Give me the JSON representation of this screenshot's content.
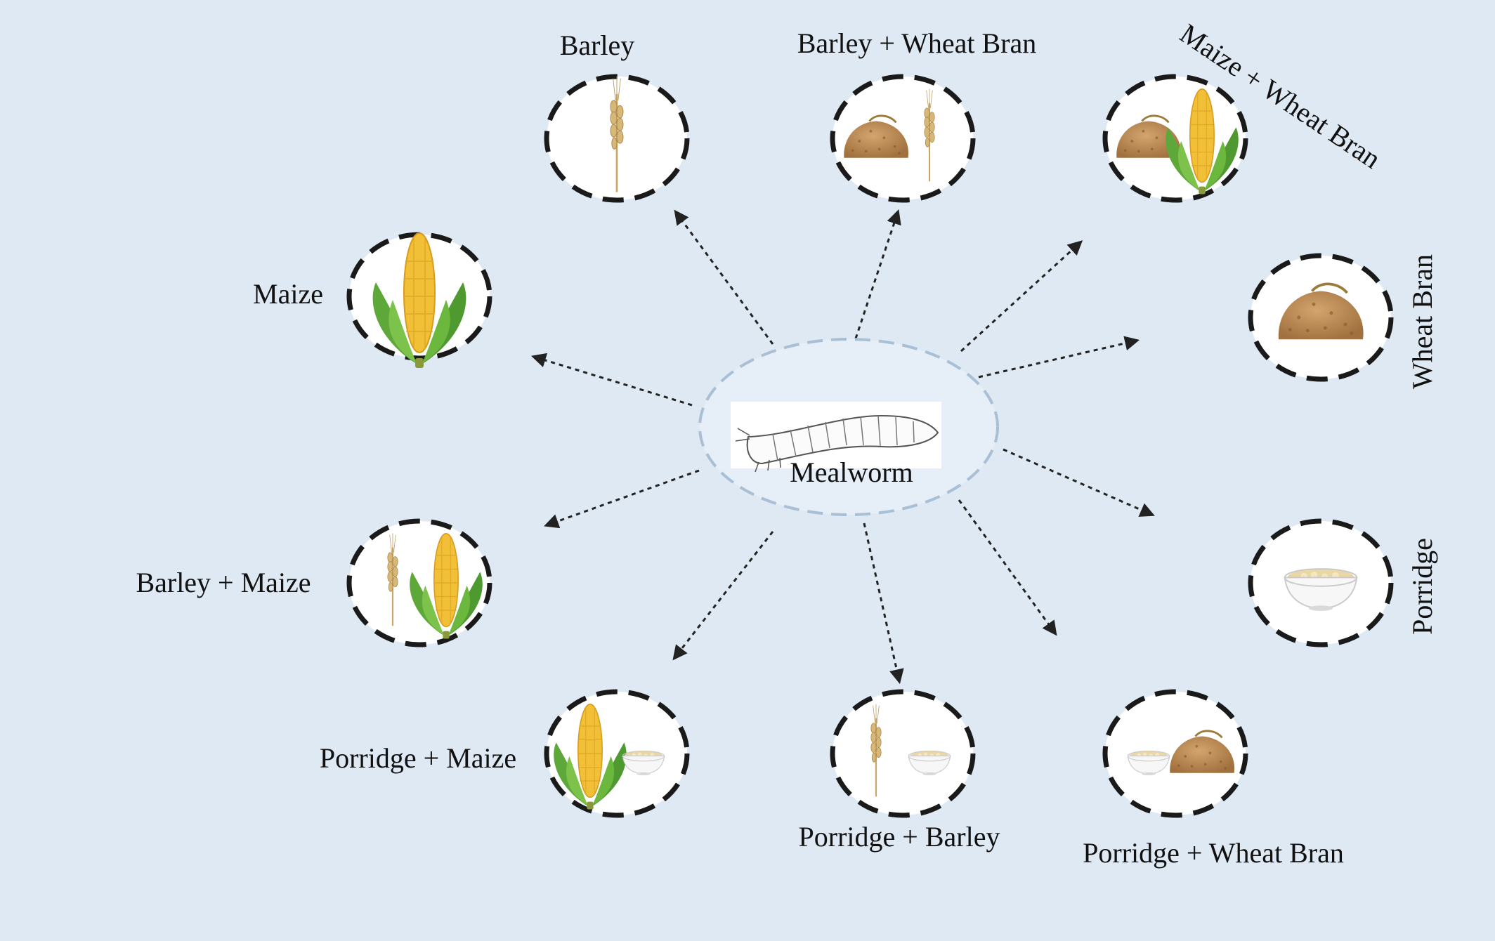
{
  "center": {
    "label": "Mealworm"
  },
  "diets": [
    {
      "id": "barley",
      "label": "Barley",
      "items": [
        "barley"
      ]
    },
    {
      "id": "barley-wheat-bran",
      "label": "Barley + Wheat Bran",
      "items": [
        "wheat-bran",
        "barley"
      ]
    },
    {
      "id": "maize-wheat-bran",
      "label": "Maize + Wheat Bran",
      "items": [
        "wheat-bran",
        "maize"
      ]
    },
    {
      "id": "maize",
      "label": "Maize",
      "items": [
        "maize"
      ]
    },
    {
      "id": "wheat-bran",
      "label": "Wheat Bran",
      "items": [
        "wheat-bran"
      ]
    },
    {
      "id": "barley-maize",
      "label": "Barley + Maize",
      "items": [
        "barley",
        "maize"
      ]
    },
    {
      "id": "porridge",
      "label": "Porridge",
      "items": [
        "porridge"
      ]
    },
    {
      "id": "porridge-maize",
      "label": "Porridge + Maize",
      "items": [
        "maize",
        "porridge"
      ]
    },
    {
      "id": "porridge-barley",
      "label": "Porridge + Barley",
      "items": [
        "barley",
        "porridge"
      ]
    },
    {
      "id": "porridge-wheat-bran",
      "label": "Porridge + Wheat Bran",
      "items": [
        "porridge",
        "wheat-bran"
      ]
    }
  ],
  "icons": {
    "maize": "maize-icon",
    "barley": "barley-icon",
    "wheat-bran": "wheat-bran-icon",
    "porridge": "porridge-icon",
    "mealworm": "mealworm-icon"
  },
  "colors": {
    "background": "#dfe9f3",
    "center_fill": "#e6eef7",
    "center_stroke": "#a9bfd6",
    "circle_stroke": "#1a1a1a",
    "maize": "#f2c037",
    "husk": "#6db33f",
    "bran": "#b5844f",
    "barley": "#c9a664"
  }
}
